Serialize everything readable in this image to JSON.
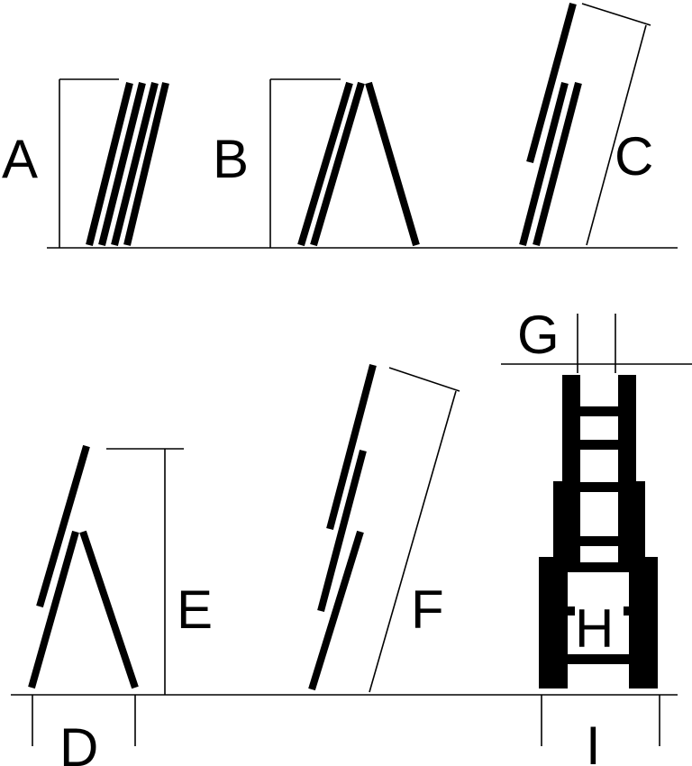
{
  "labels": {
    "a": "A",
    "b": "B",
    "c": "C",
    "d": "D",
    "e": "E",
    "f": "F",
    "g": "G",
    "h": "H",
    "i": "I"
  },
  "colors": {
    "ink": "#000000",
    "background": "#ffffff"
  }
}
